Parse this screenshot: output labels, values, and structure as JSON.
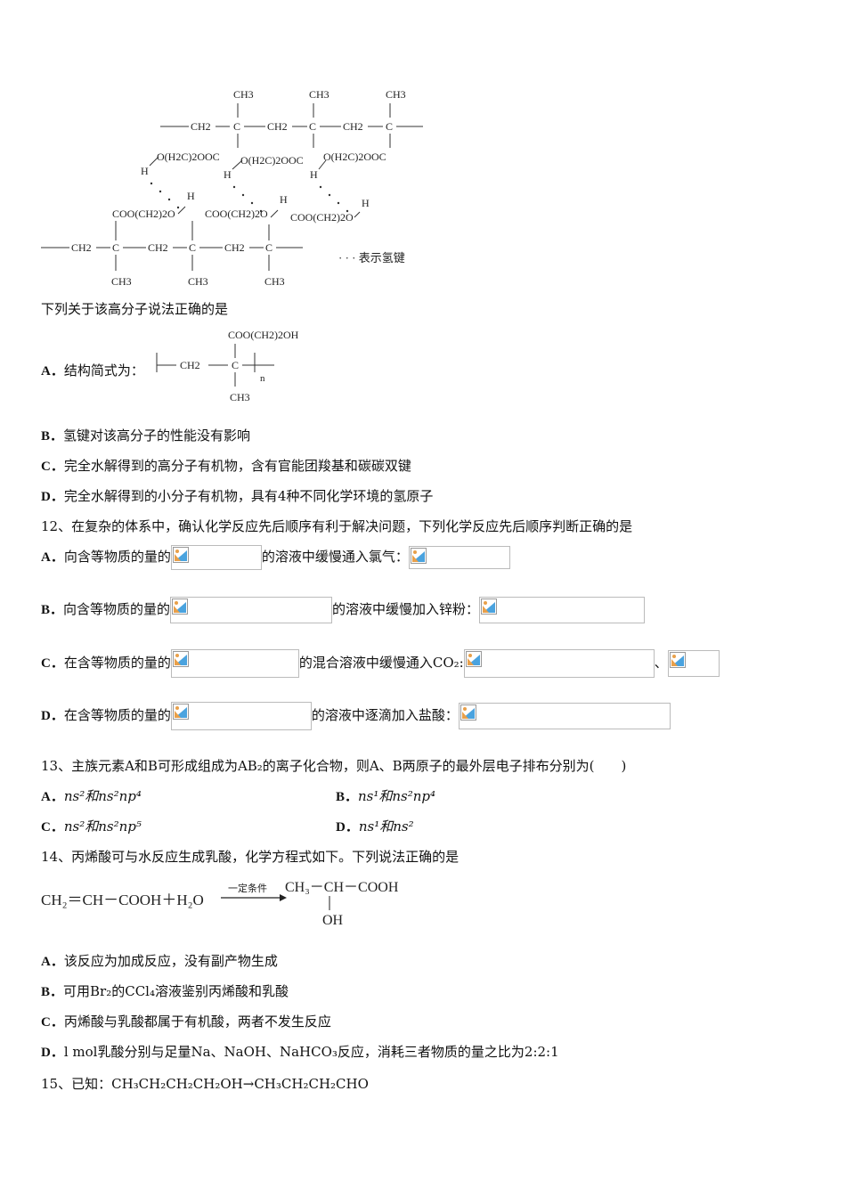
{
  "diagram": {
    "top_groups": [
      "CH3",
      "CH3",
      "CH3"
    ],
    "top_chain": [
      "CH2",
      "C",
      "CH2",
      "C",
      "CH2",
      "C"
    ],
    "top_esters": [
      "O(H2C)2OOC",
      "O(H2C)2OOC",
      "O(H2C)2OOC"
    ],
    "h_atoms": [
      "H",
      "H",
      "H",
      "H",
      "H",
      "H"
    ],
    "bottom_esters": [
      "COO(CH2)2O",
      "COO(CH2)2O",
      "COO(CH2)2O"
    ],
    "bottom_chain": [
      "CH2",
      "C",
      "CH2",
      "C",
      "CH2",
      "C"
    ],
    "bottom_groups": [
      "CH3",
      "CH3",
      "CH3"
    ],
    "legend": "· · ·  表示氢键"
  },
  "q11": {
    "stem": "下列关于该高分子说法正确的是",
    "a_label": "A．",
    "a_text": "结构简式为：",
    "a_formula": {
      "top": "COO(CH2)2OH",
      "chain_left": "CH2",
      "chain_c": "C",
      "bottom": "CH3",
      "n": "n"
    },
    "b_label": "B．",
    "b_text": "氢键对该高分子的性能没有影响",
    "c_label": "C．",
    "c_text": "完全水解得到的高分子有机物，含有官能团羧基和碳碳双键",
    "d_label": "D．",
    "d_text": "完全水解得到的小分子有机物，具有4种不同化学环境的氢原子"
  },
  "q12": {
    "stem": "12、在复杂的体系中，确认化学反应先后顺序有利于解决问题，下列化学反应先后顺序判断正确的是",
    "a_label": "A．",
    "a_pre": "向含等物质的量的",
    "a_mid": "的溶液中缓慢通入氯气：",
    "b_label": "B．",
    "b_pre": "向含等物质的量的",
    "b_mid": "的溶液中缓慢加入锌粉：",
    "c_label": "C．",
    "c_pre": "在含等物质的量的",
    "c_mid": "的混合溶液中缓慢通入CO₂:",
    "c_sep": "、",
    "d_label": "D．",
    "d_pre": "在含等物质的量的",
    "d_mid": "的溶液中逐滴加入盐酸："
  },
  "q13": {
    "stem": "13、主族元素A和B可形成组成为AB₂的离子化合物，则A、B两原子的最外层电子排布分别为(　　)",
    "a_label": "A．",
    "a_text": "ns²和ns²np⁴",
    "b_label": "B．",
    "b_text": "ns¹和ns²np⁴",
    "c_label": "C．",
    "c_text": "ns²和ns²np⁵",
    "d_label": "D．",
    "d_text": "ns¹和ns²"
  },
  "q14": {
    "stem": "14、丙烯酸可与水反应生成乳酸，化学方程式如下。下列说法正确的是",
    "eq_left": "CH₂＝CH－COOH＋H₂O",
    "eq_cond": "一定条件",
    "eq_right_top": "CH₃－CH－COOH",
    "eq_right_oh": "OH",
    "a_label": "A．",
    "a_text": "该反应为加成反应，没有副产物生成",
    "b_label": "B．",
    "b_text": "可用Br₂的CCl₄溶液鉴别丙烯酸和乳酸",
    "c_label": "C．",
    "c_text": "丙烯酸与乳酸都属于有机酸，两者不发生反应",
    "d_label": "D．",
    "d_text": "l mol乳酸分别与足量Na、NaOH、NaHCO₃反应，消耗三者物质的量之比为2:2:1"
  },
  "q15": {
    "stem": "15、已知：CH₃CH₂CH₂CH₂OH→CH₃CH₂CH₂CHO"
  }
}
